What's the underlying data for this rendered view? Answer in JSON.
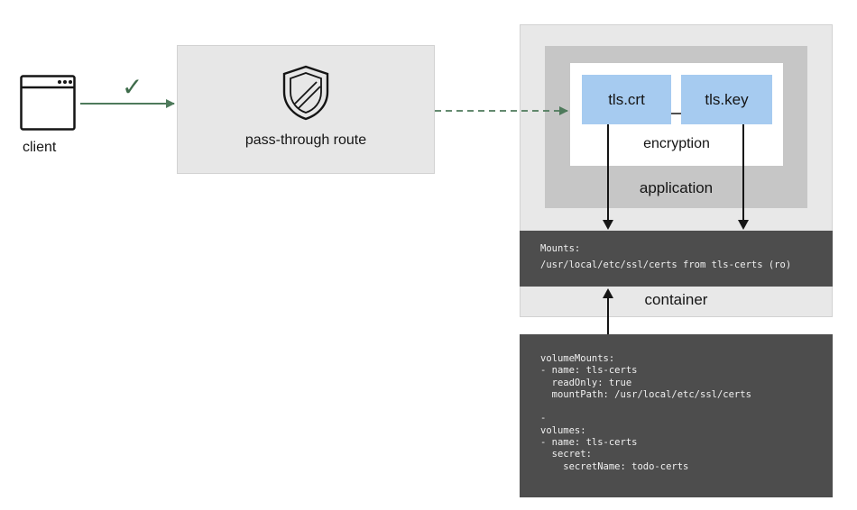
{
  "client": {
    "label": "client",
    "icon": "browser-window-icon"
  },
  "route": {
    "label": "pass-through route",
    "icon": "shield-icon"
  },
  "check": {
    "glyph": "✓",
    "color": "#3e6b4a"
  },
  "encryption": {
    "label": "encryption",
    "cert": "tls.crt",
    "key": "tls.key"
  },
  "application": {
    "label": "application"
  },
  "container": {
    "label": "container"
  },
  "mounts": {
    "text": "Mounts:\n/usr/local/etc/ssl/certs from tls-certs (ro)"
  },
  "yaml": {
    "text": "volumeMounts:\n- name: tls-certs\n  readOnly: true\n  mountPath: /usr/local/etc/ssl/certs\n\n-\nvolumes:\n- name: tls-certs\n  secret:\n    secretName: todo-certs"
  },
  "colors": {
    "flow_green": "#4e7a5b",
    "cert_blue": "#a6cbf0",
    "code_bg": "#4d4d4d"
  }
}
